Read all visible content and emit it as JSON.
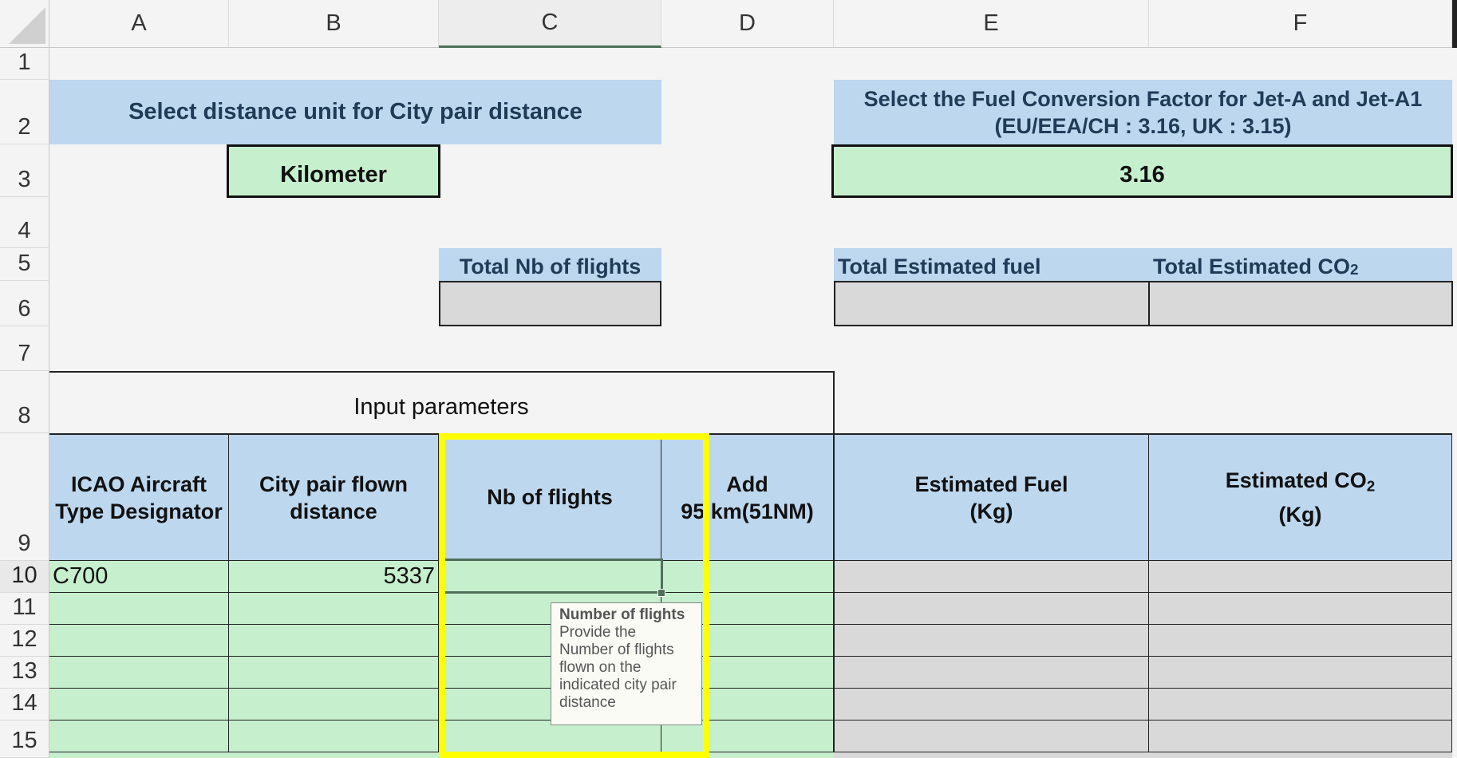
{
  "columns": [
    "A",
    "B",
    "C",
    "D",
    "E",
    "F"
  ],
  "rows": [
    "1",
    "2",
    "3",
    "4",
    "5",
    "6",
    "7",
    "8",
    "9",
    "10",
    "11",
    "12",
    "13",
    "14",
    "15"
  ],
  "distance_unit": {
    "label": "Select distance unit for City pair distance",
    "value": "Kilometer"
  },
  "fuel_factor": {
    "label_line1": "Select the Fuel Conversion Factor for Jet-A and Jet-A1",
    "label_line2": "(EU/EEA/CH : 3.16, UK : 3.15)",
    "value": "3.16"
  },
  "totals": {
    "flights_label": "Total Nb of flights",
    "fuel_label": "Total Estimated fuel",
    "co2_label": "Total Estimated CO",
    "co2_sub": "2"
  },
  "input_parameters_label": "Input parameters",
  "table_headers": {
    "icao_line1": "ICAO Aircraft",
    "icao_line2": "Type Designator",
    "distance_line1": "City pair flown",
    "distance_line2": "distance",
    "flights": "Nb of flights",
    "add_line1": "Add",
    "add_line2": "95 km(51NM)",
    "fuel_line1": "Estimated Fuel",
    "fuel_line2": "(Kg)",
    "co2_line1": "Estimated CO",
    "co2_sub": "2",
    "co2_line2": "(Kg)"
  },
  "row10": {
    "icao": "C700",
    "distance": "5337"
  },
  "tooltip": {
    "title": "Number of flights",
    "body": "Provide the Number of flights flown on the indicated city pair distance"
  },
  "colors": {
    "header_blue": "#bdd7ee",
    "input_green": "#c6efce",
    "output_grey": "#d9d9d9",
    "highlight": "#ffff00"
  }
}
